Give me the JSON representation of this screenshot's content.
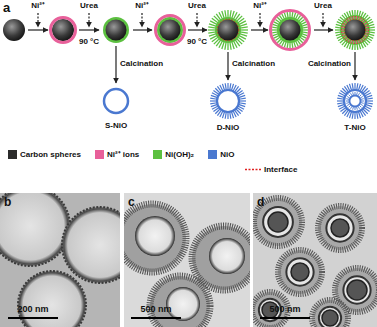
{
  "diagram": {
    "labels": [
      "a",
      "Ni²⁺",
      "Urea",
      "Ni²⁺",
      "Urea",
      "Ni²⁺",
      "Urea",
      "90 °C",
      "90 °C",
      "Calcination",
      "Calcination",
      "Calcination",
      "S-NiO",
      "D-NiO",
      "T-NiO",
      "b",
      "c",
      "d",
      "200 nm",
      "500 nm",
      "500 nm"
    ],
    "legend": [
      {
        "text": "Carbon spheres",
        "color": "#2b2b2b"
      },
      {
        "text": "Ni²⁺ ions",
        "color": "#e8609a"
      },
      {
        "text": "Ni(OH)₂",
        "color": "#5cc040"
      },
      {
        "text": "NiO",
        "color": "#4a78d0"
      },
      {
        "text": "Interface"
      }
    ]
  }
}
